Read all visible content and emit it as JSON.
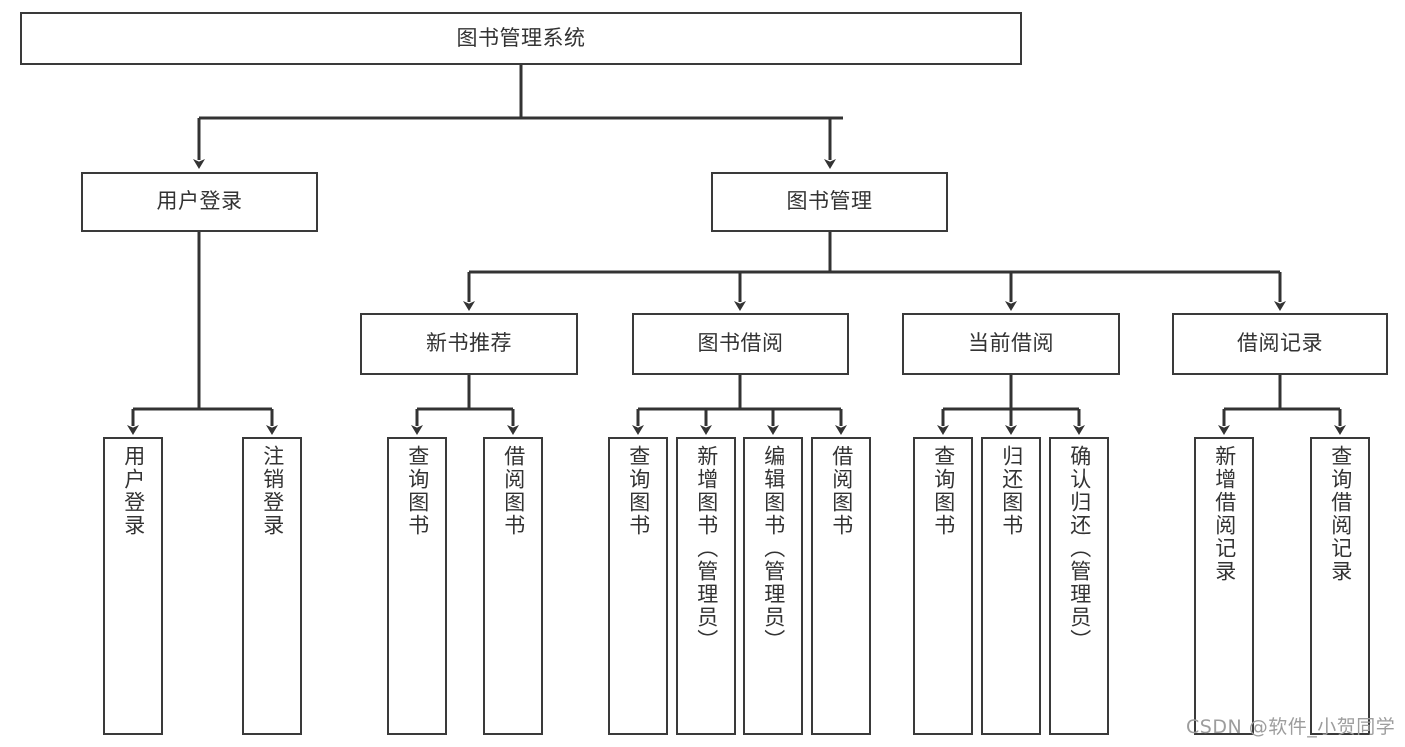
{
  "diagram": {
    "title": "图书管理系统",
    "type": "功能结构图",
    "root": {
      "id": "root",
      "label": "图书管理系统"
    },
    "level2": [
      {
        "id": "user-login",
        "label": "用户登录"
      },
      {
        "id": "book-management",
        "label": "图书管理"
      }
    ],
    "level3": [
      {
        "id": "new-book-recommend",
        "label": "新书推荐"
      },
      {
        "id": "book-borrow",
        "label": "图书借阅"
      },
      {
        "id": "current-borrow",
        "label": "当前借阅"
      },
      {
        "id": "borrow-record",
        "label": "借阅记录"
      }
    ],
    "leaves": {
      "user_login": [
        {
          "id": "leaf-user-login",
          "label": "用户登录"
        },
        {
          "id": "leaf-logout",
          "label": "注销登录"
        }
      ],
      "new_book_recommend": [
        {
          "id": "leaf-query-book-1",
          "label": "查询图书"
        },
        {
          "id": "leaf-borrow-book-1",
          "label": "借阅图书"
        }
      ],
      "book_borrow": [
        {
          "id": "leaf-query-book-2",
          "label": "查询图书"
        },
        {
          "id": "leaf-add-book",
          "label": "新增图书（管理员）"
        },
        {
          "id": "leaf-edit-book",
          "label": "编辑图书（管理员）"
        },
        {
          "id": "leaf-borrow-book-2",
          "label": "借阅图书"
        }
      ],
      "current_borrow": [
        {
          "id": "leaf-query-book-3",
          "label": "查询图书"
        },
        {
          "id": "leaf-return-book",
          "label": "归还图书"
        },
        {
          "id": "leaf-confirm-return",
          "label": "确认归还（管理员）"
        }
      ],
      "borrow_record": [
        {
          "id": "leaf-add-record",
          "label": "新增借阅记录"
        },
        {
          "id": "leaf-query-record",
          "label": "查询借阅记录"
        }
      ]
    }
  },
  "watermark": {
    "text": "CSDN @软件_小贺同学"
  },
  "colors": {
    "node_border": "#3a3a3a",
    "node_fill": "#ffffff",
    "edge": "#333333",
    "text": "#333333",
    "watermark": "#9d9d9d",
    "background": "#ffffff"
  }
}
